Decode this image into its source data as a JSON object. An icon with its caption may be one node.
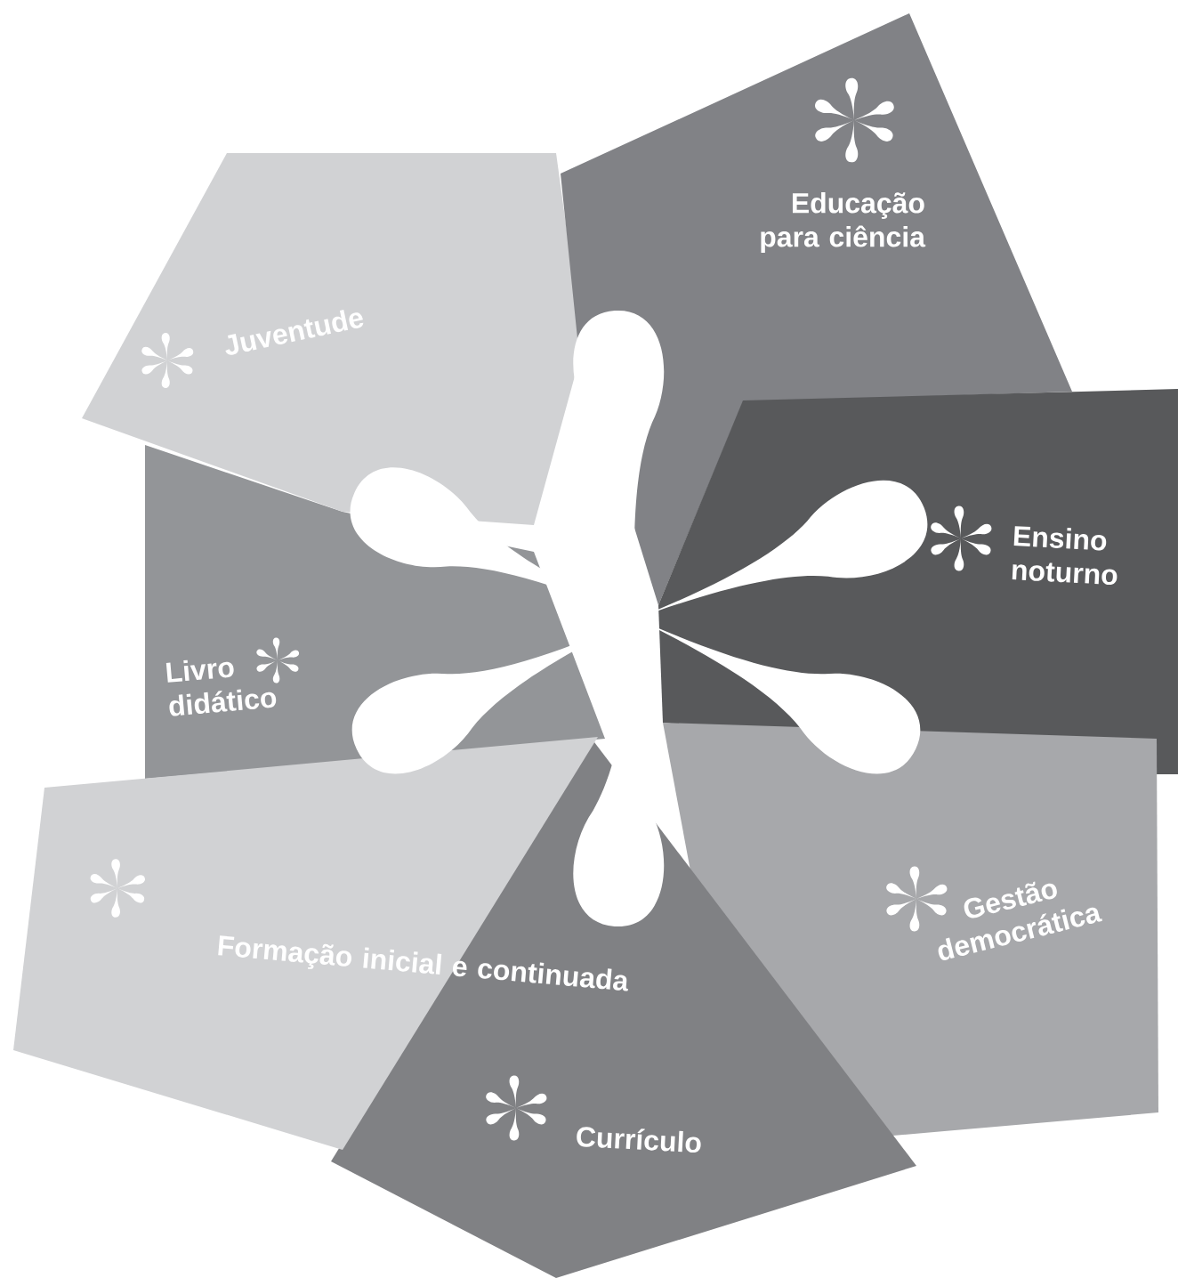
{
  "diagram": {
    "nodes": [
      {
        "text": [
          "Juventude"
        ]
      },
      {
        "text": [
          "Educação para ciência"
        ]
      },
      {
        "text": [
          "Ensino noturno"
        ]
      },
      {
        "text": [
          "Livro didático"
        ]
      },
      {
        "text": [
          "Formação inicial e continuada"
        ]
      },
      {
        "text": [
          "Currículo"
        ]
      },
      {
        "text": [
          "Gestão democrática"
        ]
      }
    ]
  }
}
